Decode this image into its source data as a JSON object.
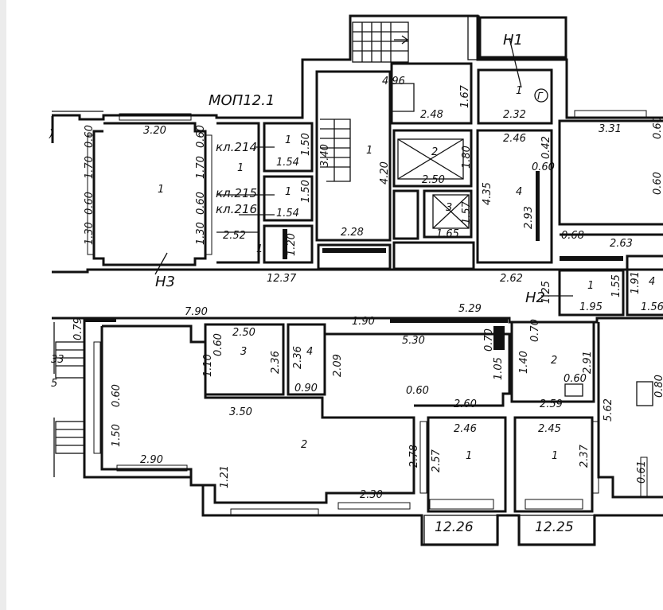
{
  "labels": {
    "mop": "МОП12.1",
    "n1": "Н1",
    "n3": "Н3",
    "n2": "Н2",
    "kl214": "кл.214",
    "kl215": "кл.215",
    "kl216": "кл.216",
    "sign_g": "Г"
  },
  "rooms": {
    "r_a1": "1",
    "r_b1": "1",
    "r_c1": "1",
    "r_d1": "1",
    "r_e1": "1",
    "r_f1": "1",
    "r_g1": "1",
    "r_lift2": "2",
    "r_lift3": "3",
    "r_4a": "4",
    "r_h1": "1",
    "r_4b": "4",
    "r_big2": "2",
    "r_3": "3",
    "r_4c": "4",
    "r_2b": "2",
    "r_j1": "1",
    "r_k1": "1"
  },
  "dims": {
    "d320": "3.20",
    "d060a": "0.60",
    "d170a": "1.70",
    "d060b": "0.60",
    "d130a": "1.30",
    "d060c": "0.60",
    "d170b": "1.70",
    "d060d": "0.60",
    "d130b": "1.30",
    "d150a": "1.50",
    "d154a": "1.54",
    "d150b": "1.50",
    "d154b": "1.54",
    "d252": "2.52",
    "d120": "1.20",
    "d1237": "12.37",
    "d340": "3.40",
    "d420": "4.20",
    "d228": "2.28",
    "d496": "4.96",
    "d248": "2.48",
    "d167": "1.67",
    "d250a": "2.50",
    "d180": "1.80",
    "d157": "1.57",
    "d165": "1.65",
    "d232": "2.32",
    "d246a": "2.46",
    "d042": "0.42",
    "d060e": "0.60",
    "d435": "4.35",
    "d293": "2.93",
    "d262": "2.62",
    "d068": "0.68",
    "d263": "2.63",
    "d331": "3.31",
    "d060f": "0.60",
    "d060g": "0.60",
    "d125": "1.25",
    "d195": "1.95",
    "d155": "1.55",
    "d191": "1.91",
    "d156": "1.56",
    "d790": "7.90",
    "d190": "1.90",
    "d529": "5.29",
    "d079": "0.79",
    "d250b": "2.50",
    "d060h": "0.60",
    "d110": "1.10",
    "d236a": "2.36",
    "d236b": "2.36",
    "d209": "2.09",
    "d090": "0.90",
    "d350": "3.50",
    "d530": "5.30",
    "d070a": "0.70",
    "d105": "1.05",
    "d060i": "0.60",
    "d260": "2.60",
    "d060j": "0.60",
    "d150c": "1.50",
    "d290": "2.90",
    "d121": "1.21",
    "d230": "2.30",
    "d278": "2.78",
    "d257": "2.57",
    "d246b": "2.46",
    "d1226": "12.26",
    "d070b": "0.70",
    "d140": "1.40",
    "d060k": "0.60",
    "d291": "2.91",
    "d259": "2.59",
    "d562": "5.62",
    "d080": "0.80",
    "d245": "2.45",
    "d237": "2.37",
    "d061": "0.61",
    "d1225": "12.25",
    "d33": "33",
    "d5": "5"
  }
}
